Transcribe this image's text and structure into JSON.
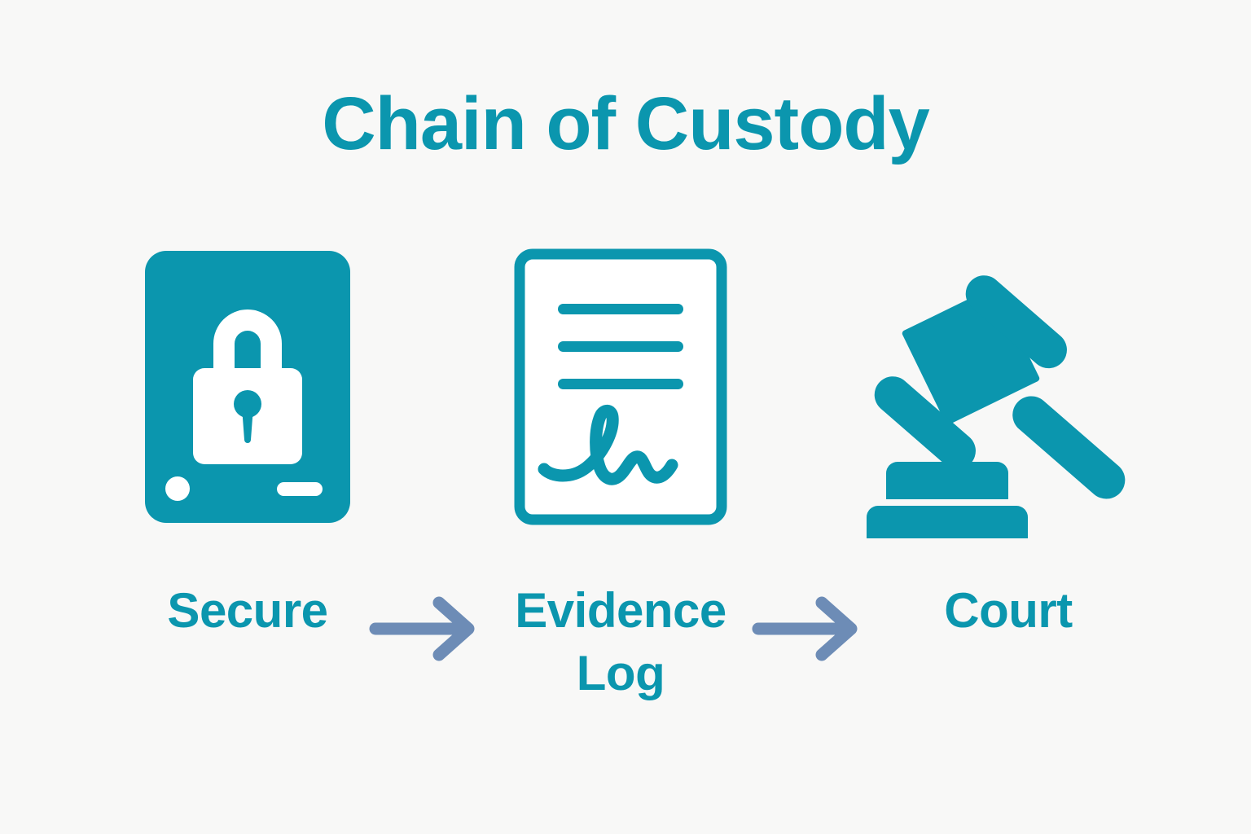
{
  "page": {
    "title": "Chain of Custody",
    "background_color": "#f8f8f7",
    "accent_color": "#0b96ae",
    "arrow_color": "#6d8cb6",
    "icon_fill_white": "#ffffff"
  },
  "diagram": {
    "type": "process-flow",
    "direction": "left-to-right",
    "step_count": 3,
    "steps": [
      {
        "id": "secure",
        "label": "Secure",
        "icon": "lock-icon",
        "icon_description": "Filled rounded rectangle with white padlock, indicator dot and bar"
      },
      {
        "id": "evidence-log",
        "label": "Evidence Log",
        "label_line_1": "Evidence",
        "label_line_2": "Log",
        "icon": "signed-document-icon",
        "icon_description": "Outlined page with three text lines and a handwritten signature"
      },
      {
        "id": "court",
        "label": "Court",
        "icon": "gavel-icon",
        "icon_description": "Judge gavel with sound block base"
      }
    ],
    "connectors": [
      {
        "id": "arrow-1",
        "from": "secure",
        "to": "evidence-log",
        "icon": "arrow-right-icon"
      },
      {
        "id": "arrow-2",
        "from": "evidence-log",
        "to": "court",
        "icon": "arrow-right-icon"
      }
    ]
  }
}
